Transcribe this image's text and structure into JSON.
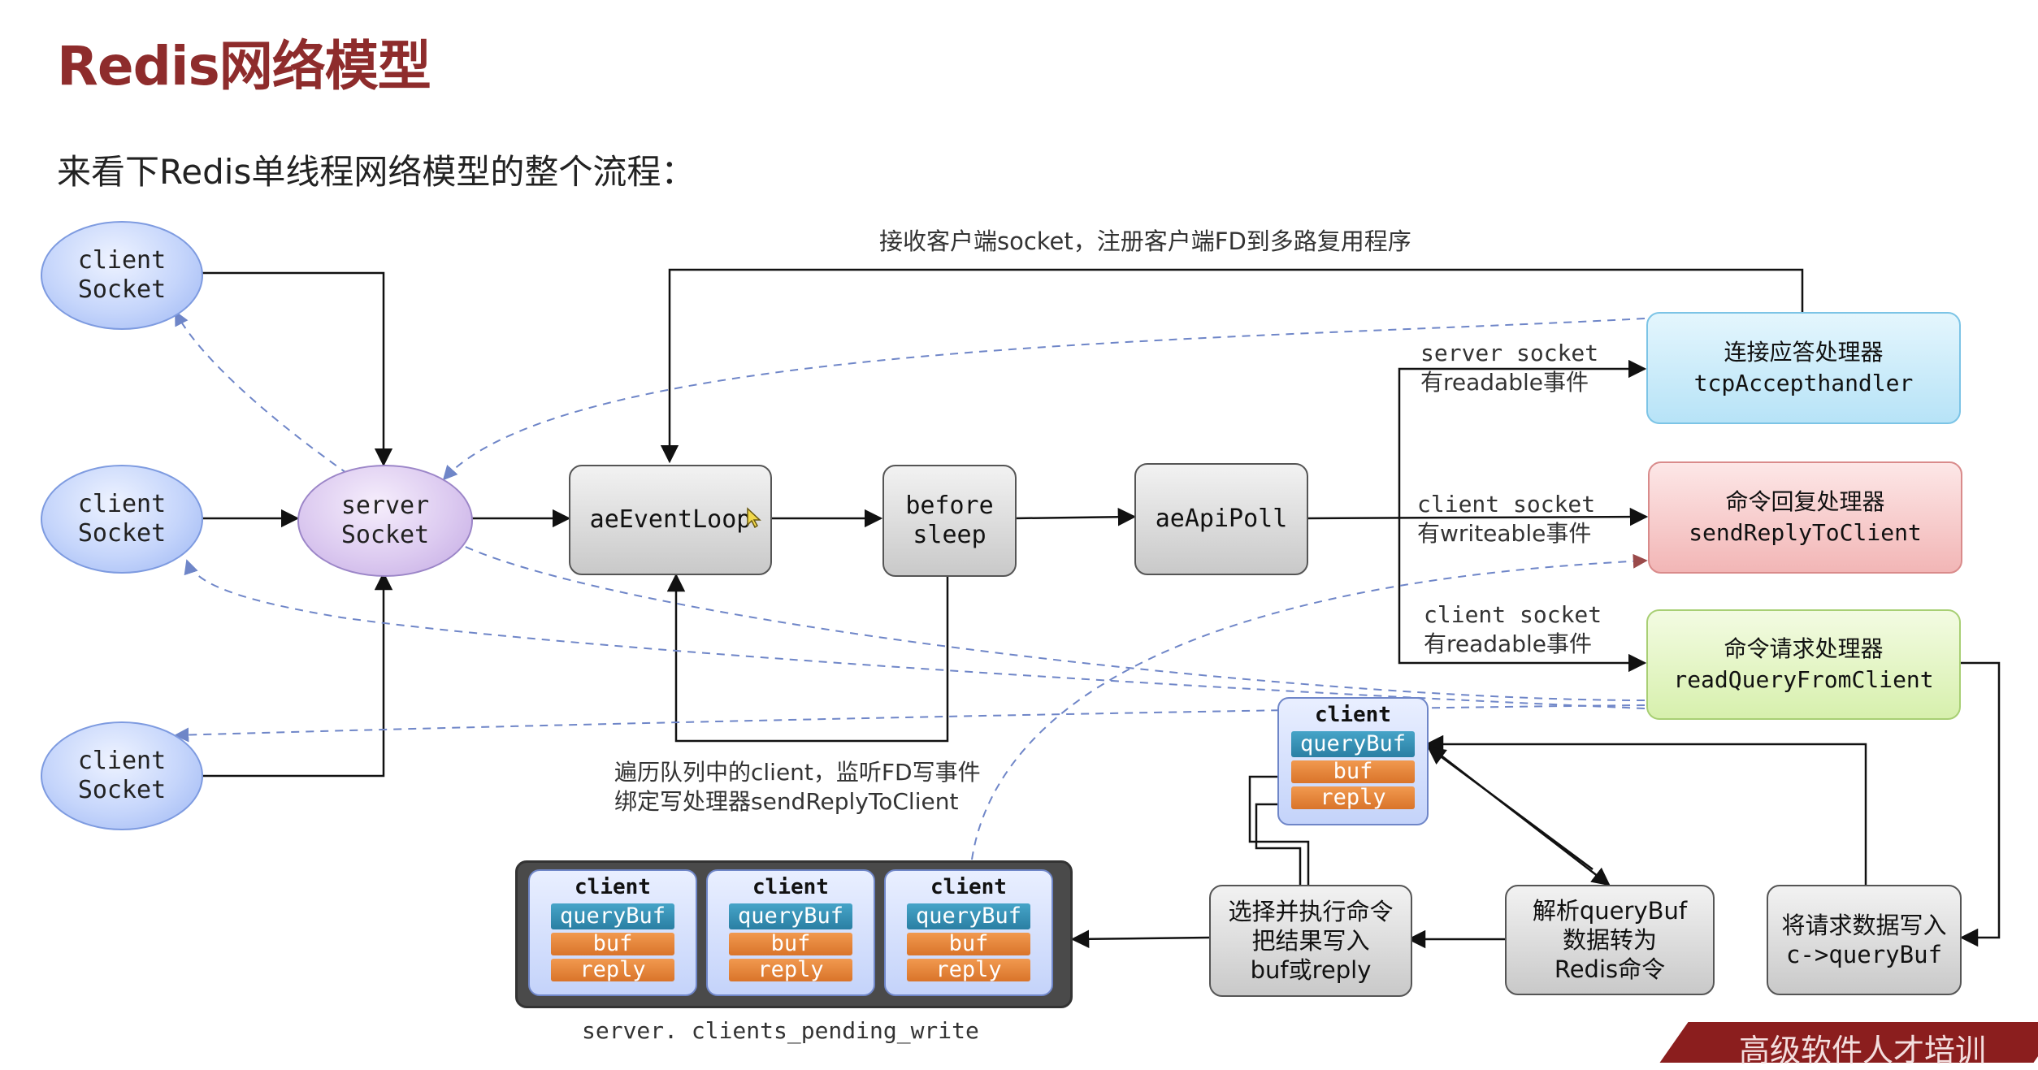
{
  "title": "Redis网络模型",
  "subtitle": "来看下Redis单线程网络模型的整个流程：",
  "nodes": {
    "client_socket": [
      "client",
      "Socket"
    ],
    "server_socket": [
      "server",
      "Socket"
    ],
    "ae_event_loop": "aeEventLoop",
    "before_sleep": [
      "before",
      "sleep"
    ],
    "ae_api_poll": "aeApiPoll",
    "accept_handler": [
      "连接应答处理器",
      "tcpAccepthandler"
    ],
    "reply_handler": [
      "命令回复处理器",
      "sendReplyToClient"
    ],
    "read_handler": [
      "命令请求处理器",
      "readQueryFromClient"
    ],
    "write_query": [
      "将请求数据写入",
      "c->queryBuf"
    ],
    "parse_query": [
      "解析queryBuf",
      "数据转为",
      "Redis命令"
    ],
    "exec_command": [
      "选择并执行命令",
      "把结果写入",
      "buf或reply"
    ]
  },
  "labels": {
    "top_loop": "接收客户端socket，注册客户端FD到多路复用程序",
    "server_readable": [
      "server socket",
      "有readable事件"
    ],
    "client_writeable": [
      "client socket",
      "有writeable事件"
    ],
    "client_readable": [
      "client socket",
      "有readable事件"
    ],
    "traverse": [
      "遍历队列中的client，监听FD写事件",
      "绑定写处理器sendReplyToClient"
    ],
    "pending_queue": "server. clients_pending_write"
  },
  "client_struct": {
    "title": "client",
    "query_buf": "queryBuf",
    "buf": "buf",
    "reply": "reply"
  },
  "banner": "高级软件人才培训",
  "colors": {
    "title": "#8e2c2c",
    "accept_handler": "#b7e3f7",
    "reply_handler": "#f2b6b6",
    "read_handler": "#d7f0ad",
    "query_buf": "#2a7fa3",
    "buf_reply": "#d9742a"
  }
}
